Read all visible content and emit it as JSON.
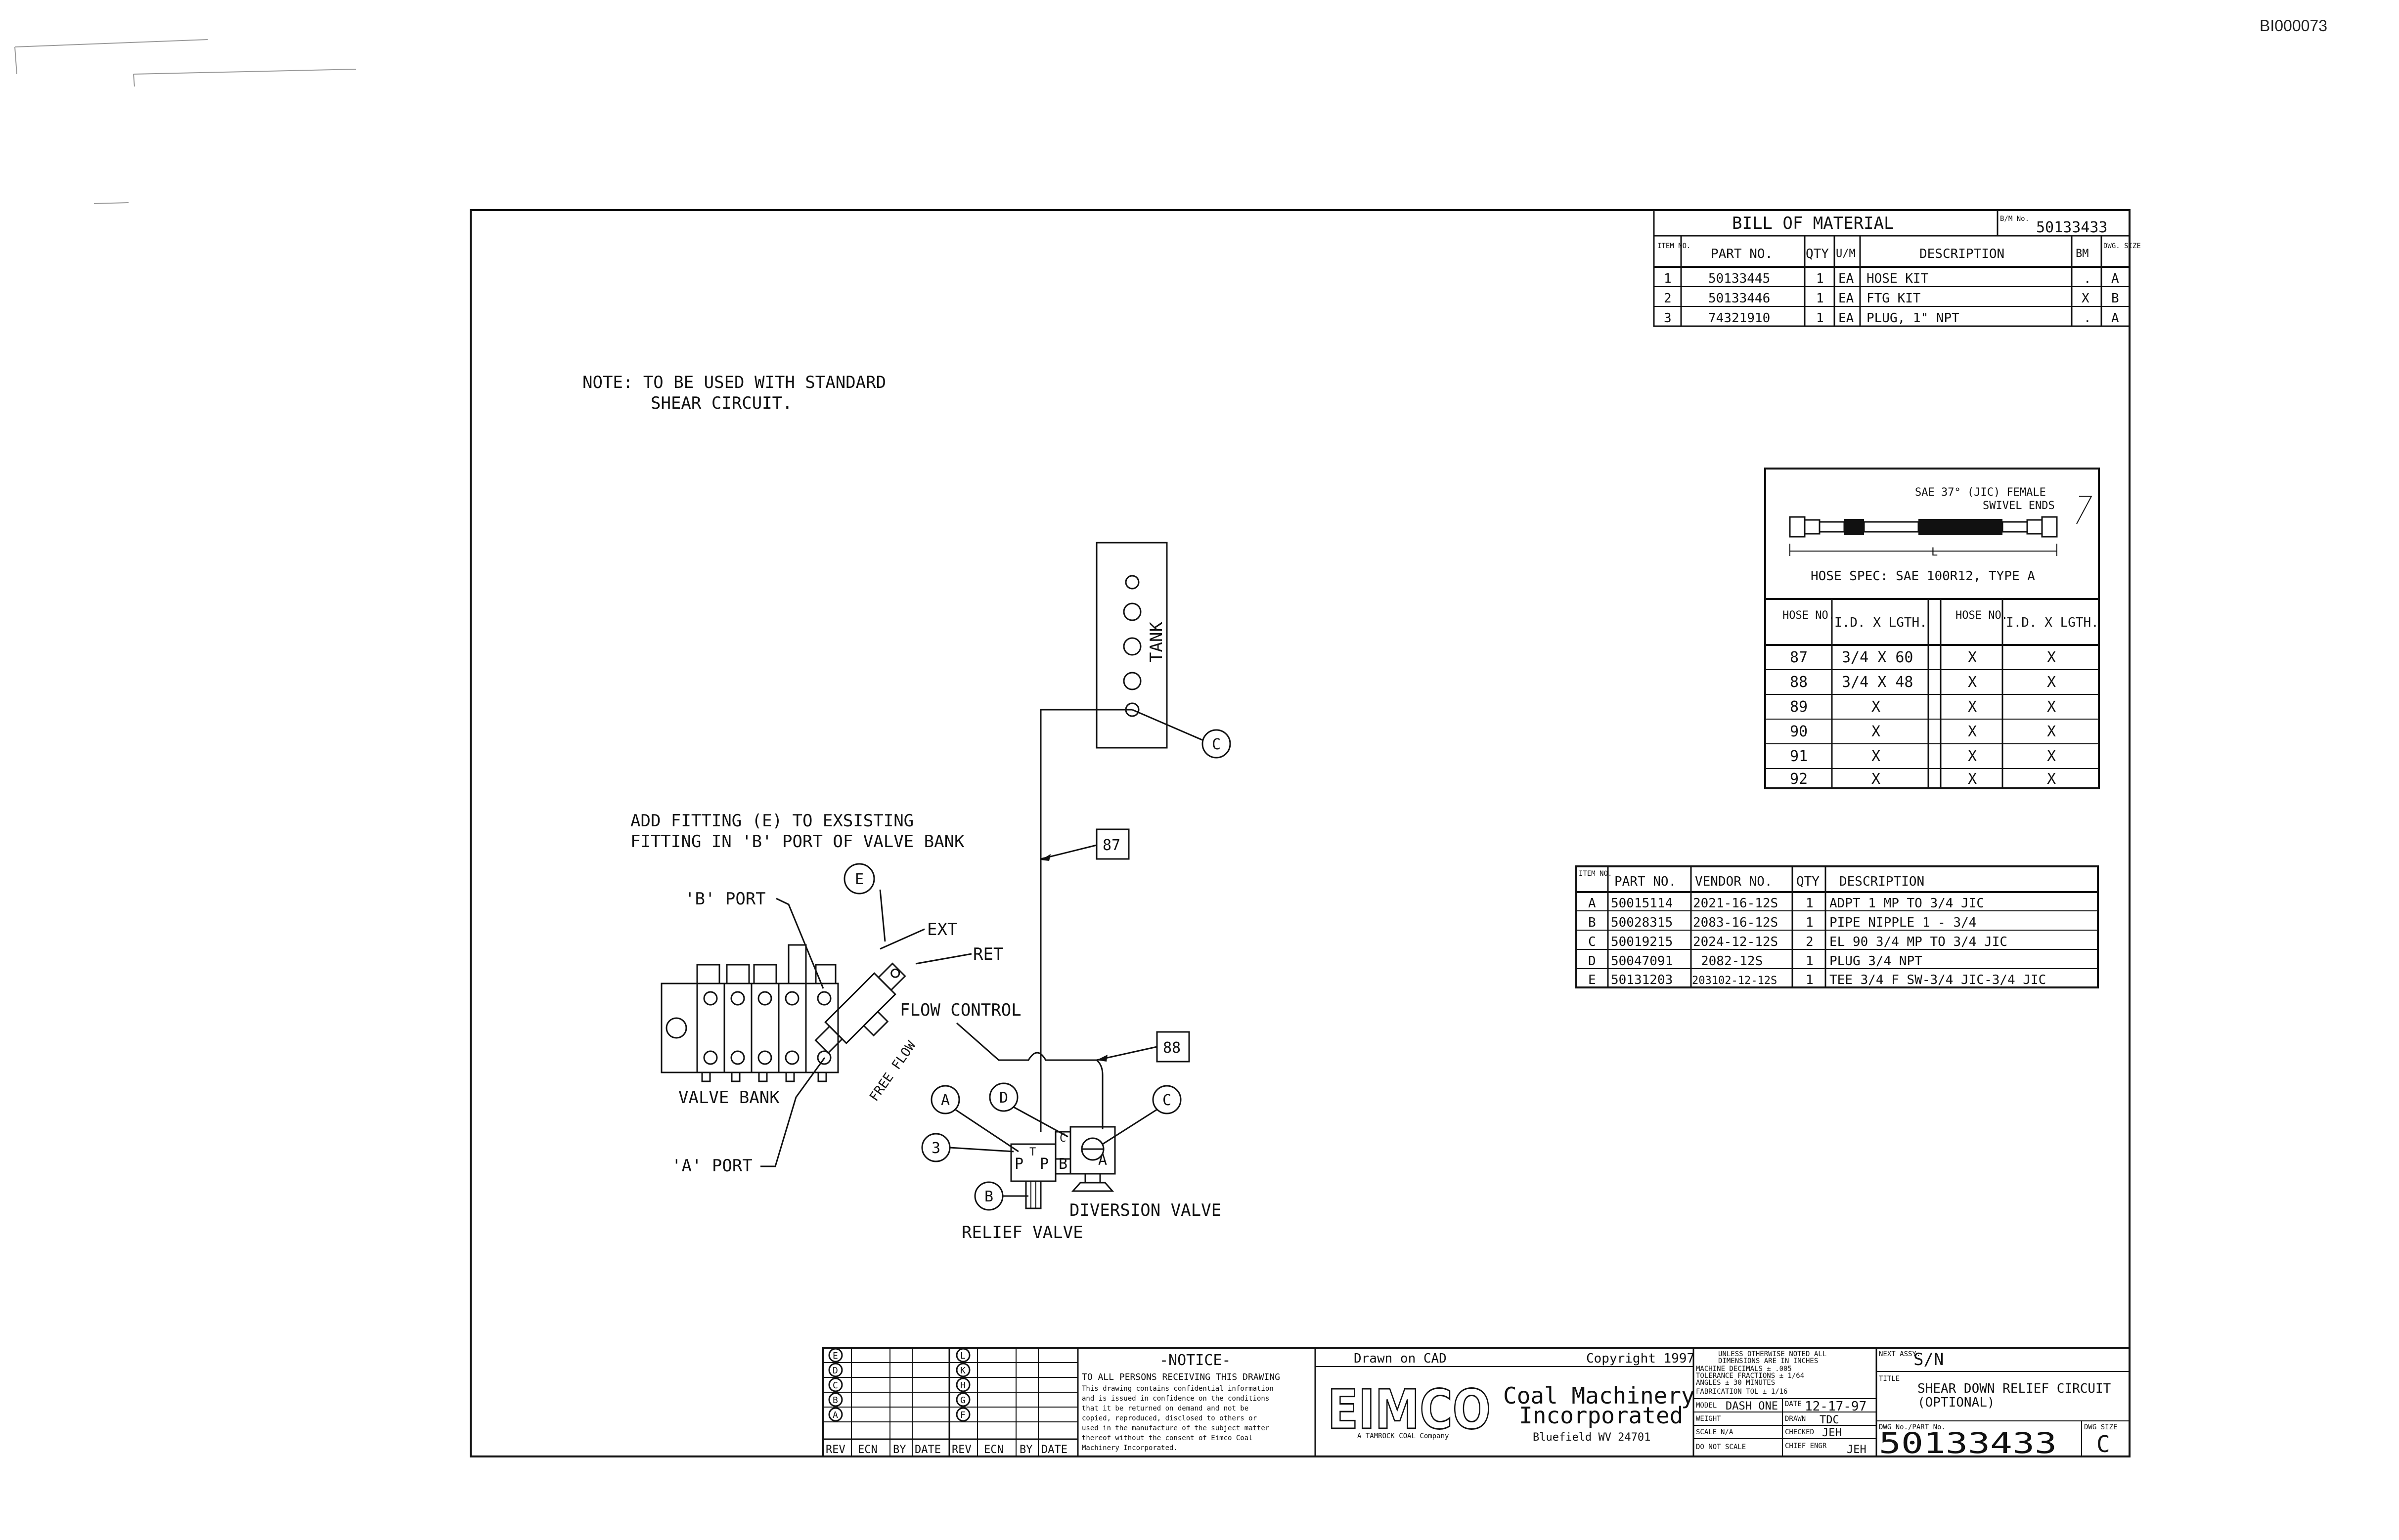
{
  "bates_number": "BI000073",
  "note": {
    "line1": "NOTE: TO BE USED WITH STANDARD",
    "line2": "SHEAR CIRCUIT."
  },
  "add_fitting_note": {
    "line1": "ADD FITTING (E) TO EXSISTING",
    "line2": "FITTING IN 'B' PORT OF VALVE BANK"
  },
  "bom": {
    "title": "BILL OF MATERIAL",
    "bm_no_label": "B/M No.",
    "bm_no": "50133433",
    "headers": [
      "ITEM NO.",
      "PART NO.",
      "QTY",
      "U/M",
      "DESCRIPTION",
      "BM",
      "DWG. SIZE"
    ],
    "rows": [
      [
        "1",
        "50133445",
        "1",
        "EA",
        "HOSE KIT",
        ".",
        "A"
      ],
      [
        "2",
        "50133446",
        "1",
        "EA",
        "FTG KIT",
        "X",
        "B"
      ],
      [
        "3",
        "74321910",
        "1",
        "EA",
        "PLUG, 1\" NPT",
        ".",
        "A"
      ]
    ]
  },
  "hose_spec": {
    "end_label_line1": "SAE 37° (JIC) FEMALE",
    "end_label_line2": "SWIVEL ENDS",
    "length_label": "L",
    "spec": "HOSE SPEC: SAE 100R12, TYPE A",
    "headers": [
      "HOSE NO.",
      "I.D. X LGTH.",
      "HOSE NO.",
      "I.D. X LGTH."
    ],
    "rows": [
      [
        "87",
        "3/4 X 60",
        "X",
        "X"
      ],
      [
        "88",
        "3/4 X 48",
        "X",
        "X"
      ],
      [
        "89",
        "X",
        "X",
        "X"
      ],
      [
        "90",
        "X",
        "X",
        "X"
      ],
      [
        "91",
        "X",
        "X",
        "X"
      ],
      [
        "92",
        "X",
        "X",
        "X"
      ]
    ]
  },
  "fittings": {
    "headers": [
      "ITEM NO.",
      "PART NO.",
      "VENDOR NO.",
      "QTY",
      "DESCRIPTION"
    ],
    "rows": [
      [
        "A",
        "50015114",
        "2021-16-12S",
        "1",
        "ADPT 1 MP TO 3/4 JIC"
      ],
      [
        "B",
        "50028315",
        "2083-16-12S",
        "1",
        "PIPE NIPPLE 1 - 3/4"
      ],
      [
        "C",
        "50019215",
        "2024-12-12S",
        "2",
        "EL 90 3/4 MP TO 3/4 JIC"
      ],
      [
        "D",
        "50047091",
        "2082-12S",
        "1",
        "PLUG 3/4 NPT"
      ],
      [
        "E",
        "50131203",
        "203102-12-12S",
        "1",
        "TEE 3/4 F SW-3/4 JIC-3/4 JIC"
      ]
    ]
  },
  "diagram": {
    "tank": "TANK",
    "valve_bank": "VALVE BANK",
    "b_port": "'B' PORT",
    "a_port": "'A' PORT",
    "ext": "EXT",
    "ret": "RET",
    "flow_control": "FLOW CONTROL",
    "free_flow": "FREE FLOW",
    "diversion_valve": "DIVERSION VALVE",
    "relief_valve": "RELIEF VALVE",
    "hose_87": "87",
    "hose_88": "88",
    "bubble_c1": "C",
    "bubble_c2": "C",
    "bubble_e": "E",
    "bubble_a": "A",
    "bubble_d": "D",
    "bubble_3": "3",
    "bubble_b": "B",
    "port_p1": "P",
    "port_t": "T",
    "port_p2": "P",
    "port_b": "B",
    "port_a": "A",
    "port_c": "C"
  },
  "title_block": {
    "rev_letters_left": [
      "E",
      "D",
      "C",
      "B",
      "A"
    ],
    "rev_letters_right": [
      "L",
      "K",
      "H",
      "G",
      "F"
    ],
    "rev_headers": [
      "REV",
      "ECN",
      "BY",
      "DATE",
      "REV",
      "ECN",
      "BY",
      "DATE"
    ],
    "notice_title": "-NOTICE-",
    "notice_lines": [
      "TO ALL PERSONS RECEIVING THIS DRAWING",
      "This drawing contains confidential information",
      "and is issued in confidence on the conditions",
      "that it be returned on demand and not be",
      "copied, reproduced, disclosed to others or",
      "used in the manufacture of the subject matter",
      "thereof without the consent of Eimco Coal",
      "Machinery Incorporated."
    ],
    "drawn_on": "Drawn on CAD",
    "copyright": "Copyright 1997",
    "logo": "EIMCO",
    "logo_sub": "A TAMROCK COAL Company",
    "company_line1": "Coal Machinery",
    "company_line2": "Incorporated",
    "location": "Bluefield WV 24701",
    "tolerance_lines": [
      "UNLESS OTHERWISE NOTED ALL",
      "DIMENSIONS ARE IN INCHES",
      "MACHINE   DECIMALS ± .005",
      "TOLERANCE  FRACTIONS ± 1/64",
      "           ANGLES ± 30 MINUTES",
      "FABRICATION TOL ± 1/16"
    ],
    "model_label": "MODEL",
    "model": "DASH ONE",
    "date_label": "DATE",
    "date": "12-17-97",
    "weight_label": "WEIGHT",
    "drawn_label": "DRAWN",
    "drawn_by": "TDC",
    "scale_label": "SCALE",
    "scale": "N/A",
    "checked_label": "CHECKED",
    "checked_by": "JEH",
    "do_not_scale": "DO NOT SCALE",
    "chief_engr_label": "CHIEF ENGR",
    "chief_engr": "JEH",
    "next_assy_label": "NEXT ASSY.",
    "next_assy": "S/N",
    "title_label": "TITLE",
    "title_line1": "SHEAR DOWN RELIEF CIRCUIT",
    "title_line2": "(OPTIONAL)",
    "dwg_no_label": "DWG No./PART No.",
    "dwg_no": "50133433",
    "dwg_size_label": "DWG SIZE",
    "dwg_size": "C"
  }
}
